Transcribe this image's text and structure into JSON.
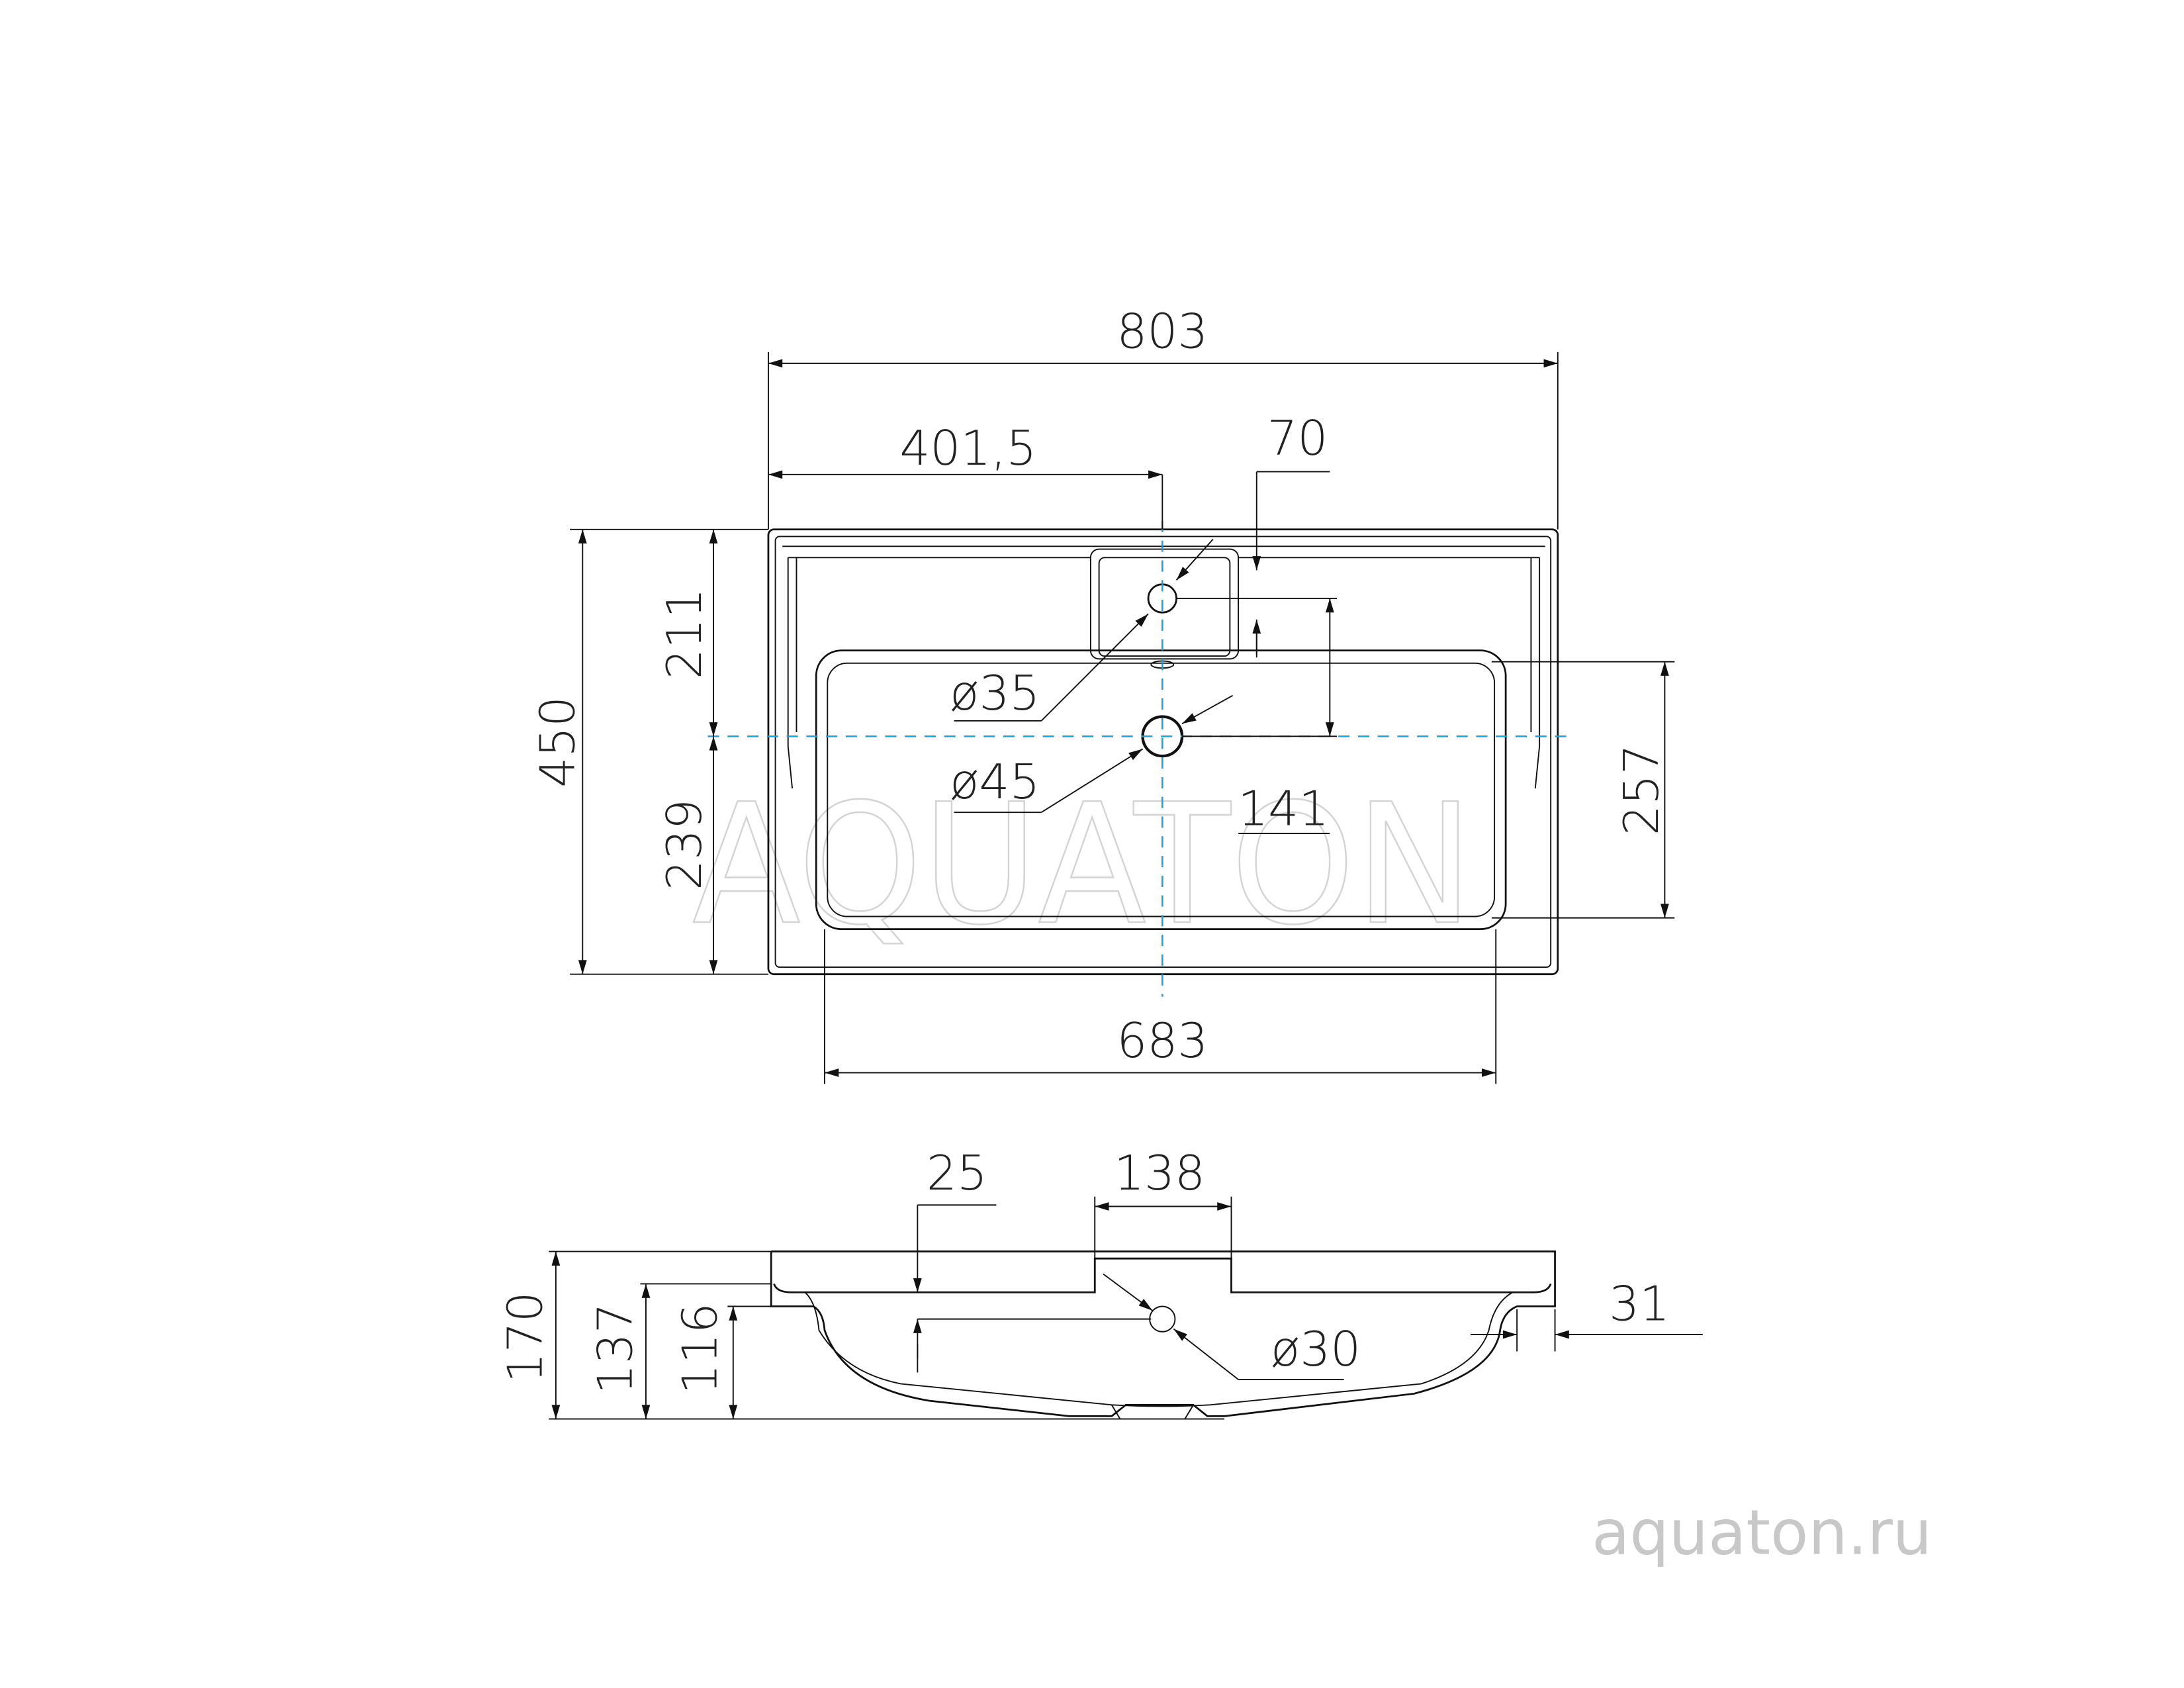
{
  "brand": {
    "watermark": "AQUATON",
    "website": "aquaton.ru"
  },
  "top_view": {
    "dims": {
      "overall_width": "803",
      "half_width": "401,5",
      "faucet_offset": "70",
      "overall_depth": "450",
      "front_to_center": "211",
      "center_to_back": "239",
      "faucet_to_drain": "141",
      "bowl_depth": "257",
      "bowl_width": "683",
      "faucet_hole": "ø35",
      "drain_hole": "ø45"
    }
  },
  "side_view": {
    "dims": {
      "total_height": "170",
      "ledge_height": "137",
      "underside_height": "116",
      "overflow_offset": "25",
      "overflow_width": "138",
      "overflow_hole": "ø30",
      "rim_thickness": "31"
    }
  },
  "colors": {
    "line": "#111111",
    "centerline": "#1ba0d8",
    "watermark": "#d4d4d4"
  }
}
